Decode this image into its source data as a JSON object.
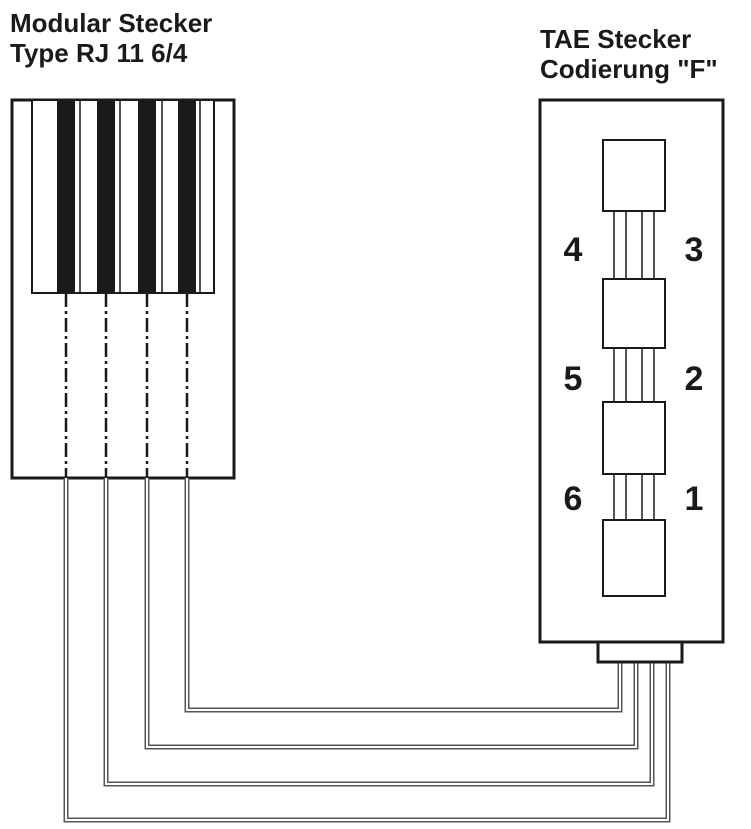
{
  "left_connector": {
    "title_line1": "Modular Stecker",
    "title_line2": "Type RJ 11 6/4"
  },
  "right_connector": {
    "title_line1": "TAE Stecker",
    "title_line2": "Codierung \"F\""
  },
  "pins": {
    "p1": "1",
    "p2": "2",
    "p3": "3",
    "p4": "4",
    "p5": "5",
    "p6": "6"
  },
  "colors": {
    "line": "#1a1a1a",
    "wire": "#555555",
    "background": "#ffffff"
  }
}
